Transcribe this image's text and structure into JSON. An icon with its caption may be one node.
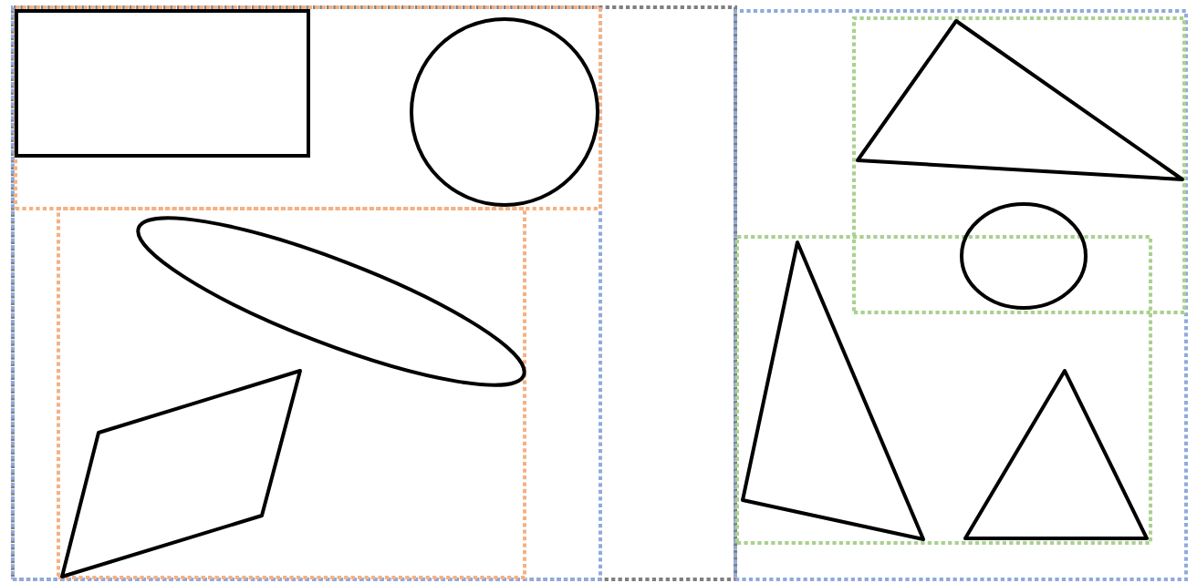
{
  "diagram": {
    "nodes": [
      {
        "text": [],
        "shape": "box"
      },
      {
        "text": [],
        "shape": "box",
        "in": 0
      },
      {
        "text": [],
        "shape": "box",
        "in": 1
      },
      {
        "text": [],
        "shape": "rectangle",
        "in": 2
      },
      {
        "text": [],
        "shape": "circle",
        "in": 2
      },
      {
        "text": [],
        "shape": "box",
        "in": 1
      },
      {
        "text": [],
        "shape": "ellipse",
        "in": 5
      },
      {
        "text": [],
        "shape": "parallelogram",
        "in": 5
      },
      {
        "text": [],
        "shape": "box"
      },
      {
        "text": [],
        "shape": "box",
        "in": 8
      },
      {
        "text": [],
        "shape": "triangle",
        "in": 9
      },
      {
        "text": [],
        "shape": "ellipse",
        "in": 9
      },
      {
        "text": [],
        "shape": "box",
        "in": 8
      },
      {
        "text": [],
        "shape": "triangle",
        "in": 12
      },
      {
        "text": [],
        "shape": "triangle",
        "in": 12
      }
    ]
  }
}
